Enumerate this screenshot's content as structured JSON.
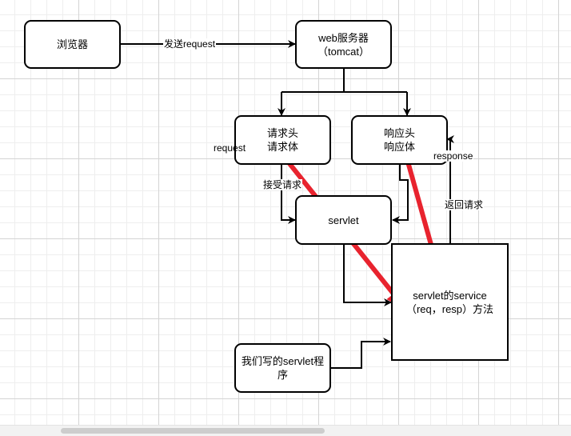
{
  "nodes": {
    "browser": {
      "label": "浏览器"
    },
    "web_server": {
      "line1": "web服务器",
      "line2": "（tomcat）"
    },
    "request_part": {
      "line1": "请求头",
      "line2": "请求体"
    },
    "response_part": {
      "line1": "响应头",
      "line2": "响应体"
    },
    "servlet": {
      "label": "servlet"
    },
    "service_method": {
      "line1": "servlet的service",
      "line2": "（req，resp）方法"
    },
    "my_program": {
      "line1": "我们写的servlet程",
      "line2": "序"
    }
  },
  "edge_labels": {
    "send_request": "发送request",
    "request": "request",
    "response": "response",
    "receive_request": "接受请求",
    "return_request": "返回请求"
  },
  "colors": {
    "line": "#000000",
    "highlight_arrow": "#e8232e",
    "background": "#ffffff"
  }
}
